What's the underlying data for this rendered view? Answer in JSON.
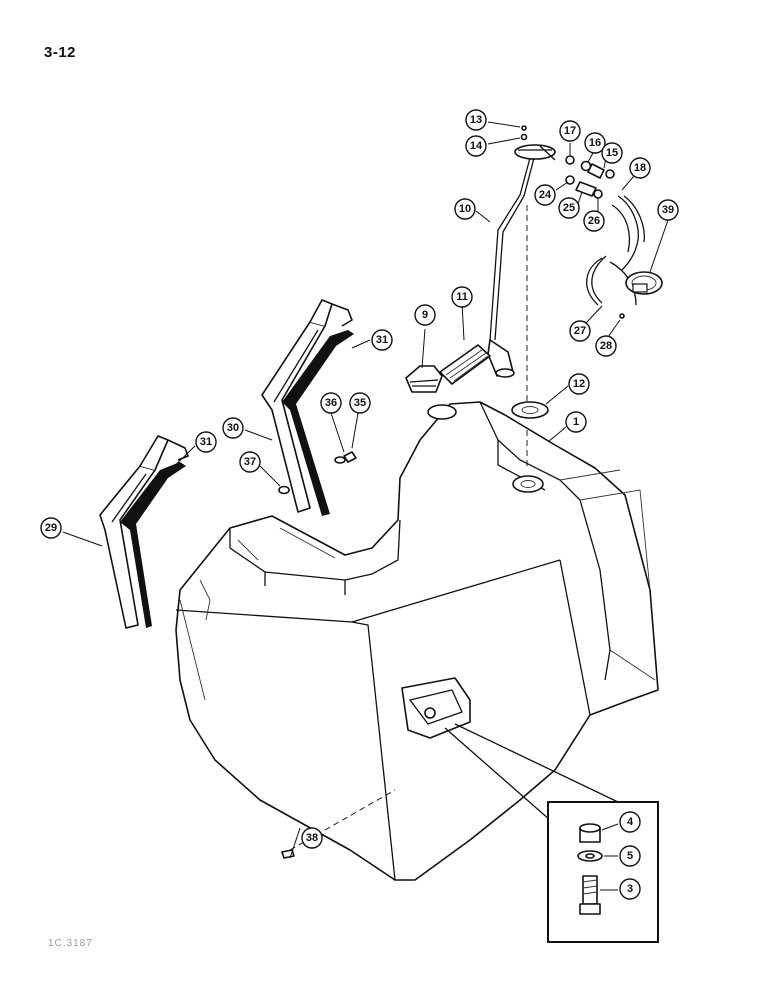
{
  "page": {
    "number": "3-12",
    "figure_code": "1C.3187"
  },
  "callouts": [
    {
      "label": "1"
    },
    {
      "label": "3"
    },
    {
      "label": "4"
    },
    {
      "label": "5"
    },
    {
      "label": "9"
    },
    {
      "label": "10"
    },
    {
      "label": "11"
    },
    {
      "label": "12"
    },
    {
      "label": "13"
    },
    {
      "label": "14"
    },
    {
      "label": "15"
    },
    {
      "label": "16"
    },
    {
      "label": "17"
    },
    {
      "label": "18"
    },
    {
      "label": "24"
    },
    {
      "label": "25"
    },
    {
      "label": "26"
    },
    {
      "label": "27"
    },
    {
      "label": "28"
    },
    {
      "label": "29"
    },
    {
      "label": "30"
    },
    {
      "label": "31"
    },
    {
      "label": "31"
    },
    {
      "label": "35"
    },
    {
      "label": "36"
    },
    {
      "label": "37"
    },
    {
      "label": "38"
    },
    {
      "label": "39"
    }
  ]
}
